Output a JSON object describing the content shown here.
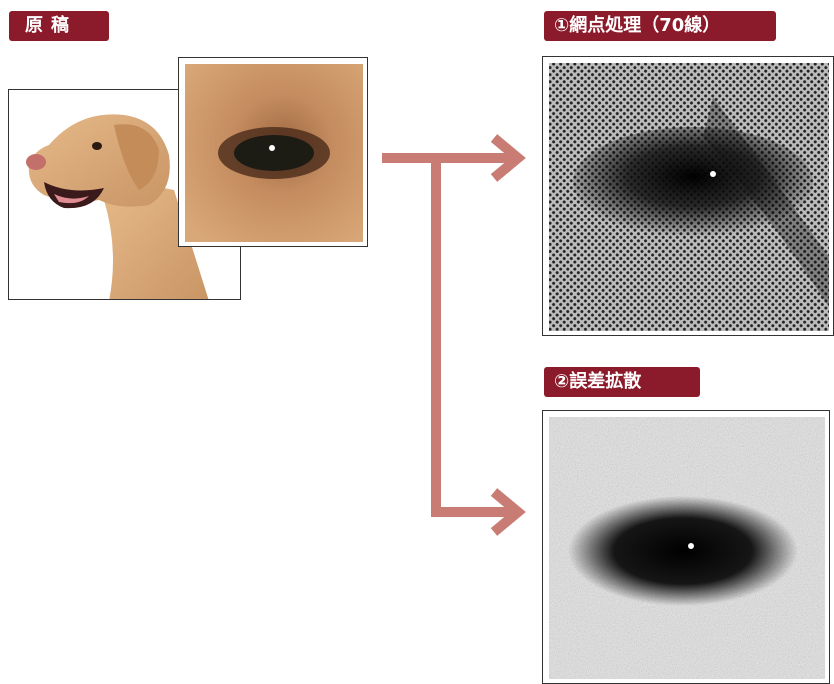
{
  "labels": {
    "original": "原稿",
    "halftone": "①網点処理（70線）",
    "error_diffusion": "②誤差拡散"
  },
  "colors": {
    "label_bg": "#8b1a2a",
    "arrow": "#c87c74",
    "dog_fur": "#d9a870",
    "halftone_ink": "#1a1a1a"
  },
  "images": {
    "original_dog": "labrador-dog-side-profile",
    "original_eye_zoom": "dog-eye-closeup",
    "halftone_result": "halftone-eye-closeup",
    "error_diffusion_result": "error-diffusion-eye-closeup"
  }
}
